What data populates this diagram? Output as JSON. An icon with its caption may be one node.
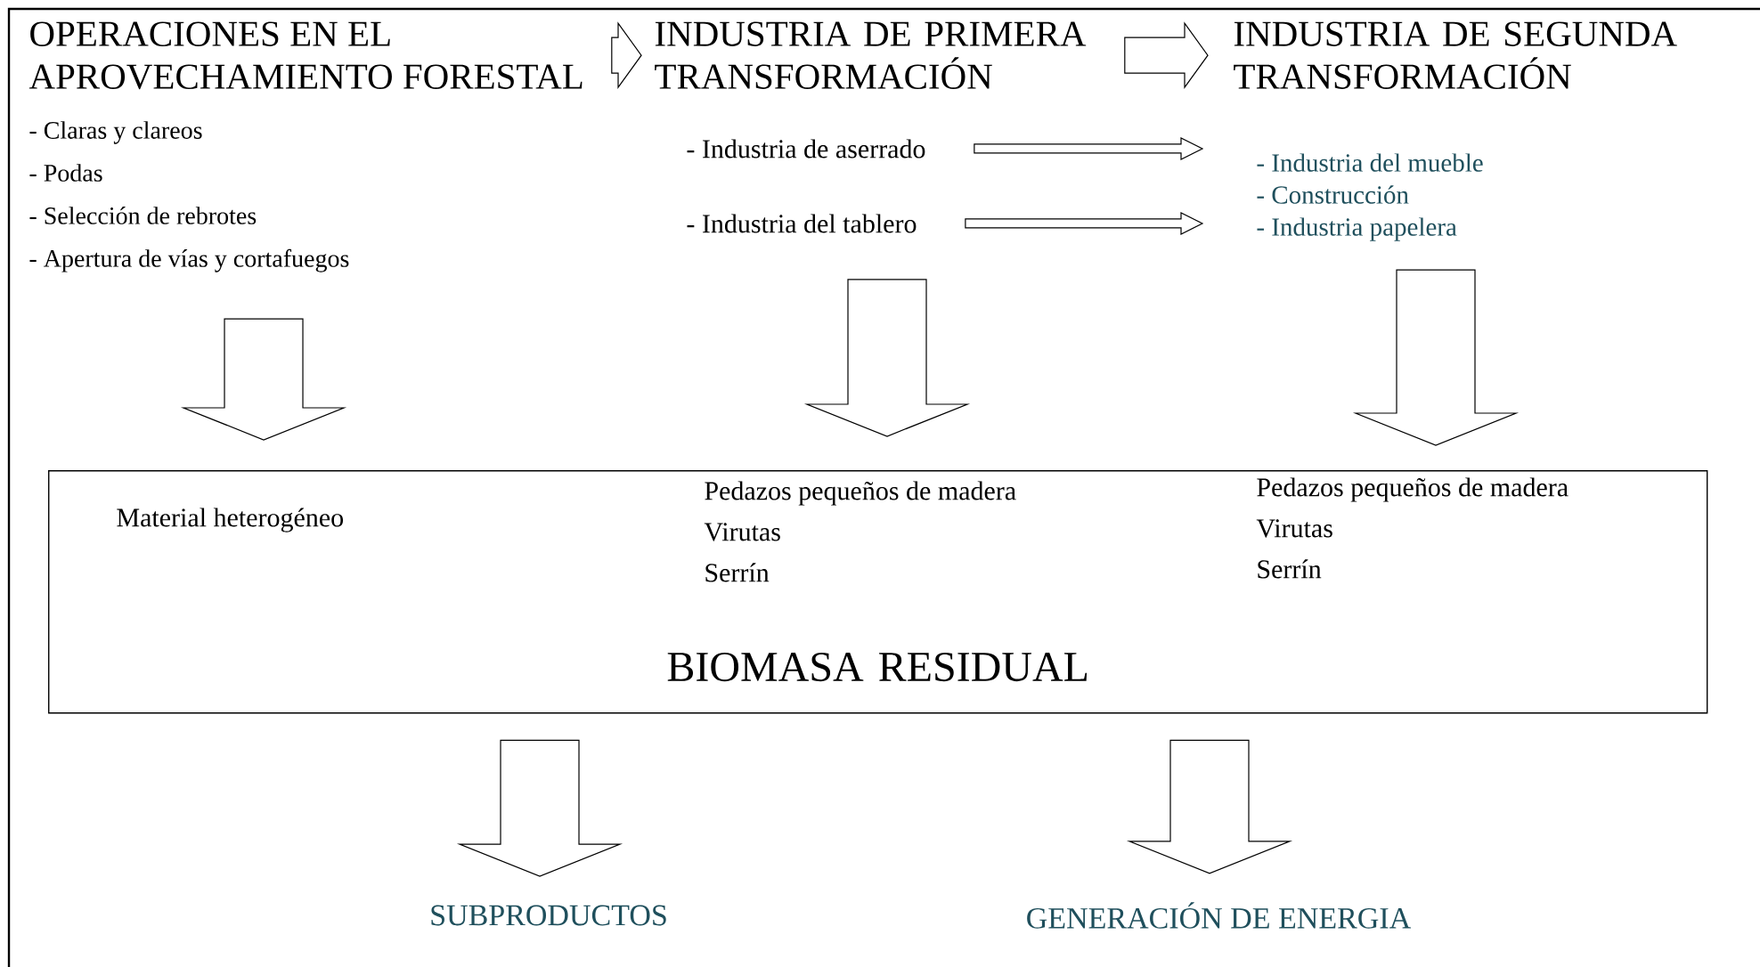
{
  "diagram": {
    "nodes": [
      {
        "text": [
          "OPERACIONES EN EL APROVECHAMIENTO FORESTAL",
          "- Claras y clareos",
          "- Podas",
          "- Selección de rebrotes",
          "- Apertura de vías y cortafuegos"
        ]
      },
      {
        "text": [
          "INDUSTRIA DE PRIMERA TRANSFORMACIÓN"
        ]
      },
      {
        "text": [
          "- Industria de aserrado"
        ]
      },
      {
        "text": [
          "- Industria del tablero"
        ]
      },
      {
        "text": [
          "INDUSTRIA DE SEGUNDA TRANSFORMACIÓN"
        ]
      },
      {
        "text": [
          "- Industria del mueble",
          "- Construcción",
          "- Industria papelera"
        ]
      },
      {
        "text": [
          "BIOMASA RESIDUAL"
        ]
      },
      {
        "text": [
          "Material heterogéneo"
        ],
        "in": 6
      },
      {
        "text": [
          "Pedazos pequeños de madera",
          "Virutas",
          "Serrín"
        ],
        "in": 6
      },
      {
        "text": [
          "Pedazos pequeños de madera",
          "Virutas",
          "Serrín"
        ],
        "in": 6
      },
      {
        "text": [
          "SUBPRODUCTOS"
        ]
      },
      {
        "text": [
          "GENERACIÓN DE ENERGIA"
        ]
      }
    ],
    "edges": [
      {
        "from": 0,
        "to": 1,
        "arrow": "to"
      },
      {
        "from": 1,
        "to": 4,
        "arrow": "to"
      },
      {
        "from": 2,
        "to": 5,
        "arrow": "to"
      },
      {
        "from": 3,
        "to": 5,
        "arrow": "to"
      },
      {
        "from": 0,
        "to": 6,
        "arrow": "to"
      },
      {
        "from": 3,
        "to": 6,
        "arrow": "to"
      },
      {
        "from": 5,
        "to": 6,
        "arrow": "to"
      },
      {
        "from": 6,
        "to": 10,
        "arrow": "to"
      },
      {
        "from": 6,
        "to": 11,
        "arrow": "to"
      }
    ]
  }
}
